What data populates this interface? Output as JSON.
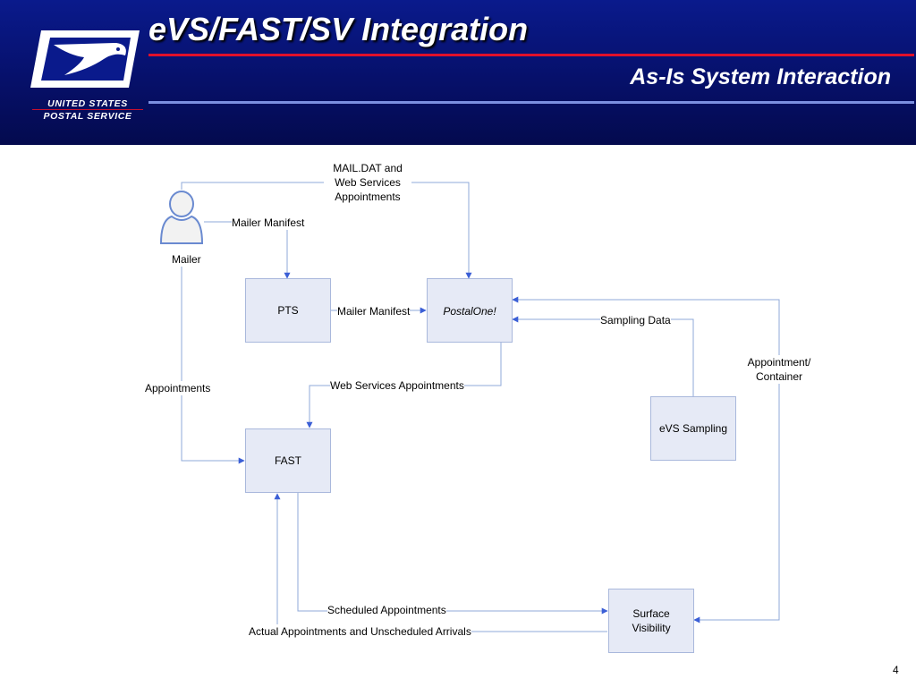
{
  "header": {
    "title": "eVS/FAST/SV Integration",
    "subtitle": "As-Is System Interaction",
    "logo_line1": "UNITED STATES",
    "logo_line2": "POSTAL SERVICE"
  },
  "colors": {
    "header_bg": "#06106a",
    "accent_red": "#e0102a",
    "accent_blue": "#7b8fe0",
    "node_fill": "#e6eaf6",
    "connector": "#8fa8d8",
    "arrowhead": "#3b5fd6"
  },
  "diagram": {
    "actor": {
      "label": "Mailer",
      "icon": "person-icon"
    },
    "nodes": {
      "pts": "PTS",
      "postalone": "PostalOne!",
      "fast": "FAST",
      "evs": "eVS Sampling",
      "sv_line1": "Surface",
      "sv_line2": "Visibility"
    },
    "edges": {
      "maildat_line1": "MAIL.DAT and",
      "maildat_line2": "Web Services",
      "maildat_line3": "Appointments",
      "mailer_manifest_1": "Mailer Manifest",
      "mailer_manifest_2": "Mailer Manifest",
      "sampling_data": "Sampling Data",
      "appt_container_line1": "Appointment/",
      "appt_container_line2": "Container",
      "appointments": "Appointments",
      "ws_appointments": "Web Services Appointments",
      "scheduled_appointments": "Scheduled Appointments",
      "actual_appointments": "Actual Appointments and Unscheduled Arrivals"
    }
  },
  "page_number": "4"
}
